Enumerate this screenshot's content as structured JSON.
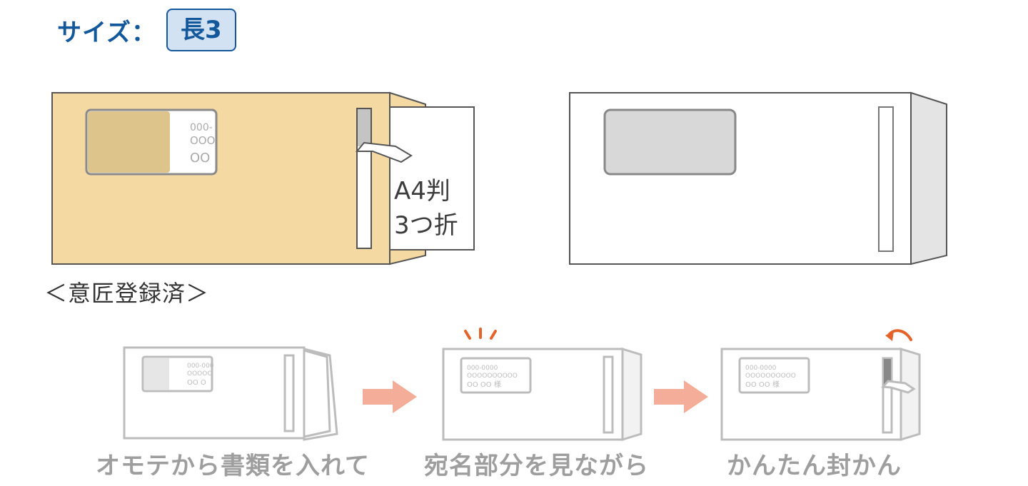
{
  "header": {
    "size_label": "サイズ：",
    "size_value": "長3"
  },
  "envelope_front": {
    "window_postal": "000-",
    "window_line2": "OOO",
    "window_line3": "OO",
    "paper_label_1": "A4判",
    "paper_label_2": "3つ折"
  },
  "design_note": "＜意匠登録済＞",
  "steps": [
    {
      "caption": "オモテから書類を入れて",
      "postal": "000-000",
      "line2": "OOOOO",
      "line3": "OO  O"
    },
    {
      "caption": "宛名部分を見ながら",
      "postal": "000-0000",
      "line2": "OOOOOOOOOO",
      "line3": "OO  OO  様"
    },
    {
      "caption": "かんたん封かん",
      "postal": "000-0000",
      "line2": "OOOOOOOOOO",
      "line3": "OO  OO  様"
    }
  ],
  "colors": {
    "brand_blue": "#14589c",
    "badge_bg": "#d3e2f2",
    "kraft": "#f4d9a3",
    "kraft_window": "#dcc48a",
    "arrow": "#f3ad98",
    "accent_orange": "#e3632a",
    "step_gray": "#bcbcbc"
  }
}
